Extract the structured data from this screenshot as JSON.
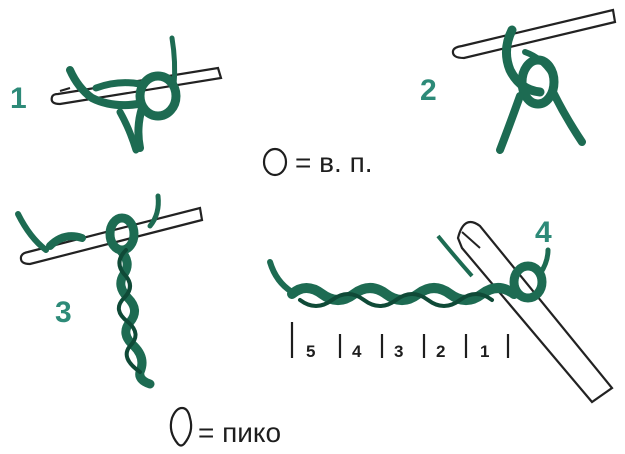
{
  "colors": {
    "yarn": "#1d6b52",
    "yarn_dark": "#0f4a37",
    "number": "#2d8a78",
    "hook_fill": "#ffffff",
    "hook_stroke": "#222222",
    "text": "#1e1e1e"
  },
  "steps": [
    {
      "label": "1"
    },
    {
      "label": "2"
    },
    {
      "label": "3"
    },
    {
      "label": "4"
    }
  ],
  "legend": {
    "chain_symbol_icon": "oval-outline-icon",
    "chain_text": "= в. п.",
    "picot_symbol_icon": "drop-outline-icon",
    "picot_text": "= пико"
  },
  "chain_counts": [
    "5",
    "4",
    "3",
    "2",
    "1"
  ]
}
